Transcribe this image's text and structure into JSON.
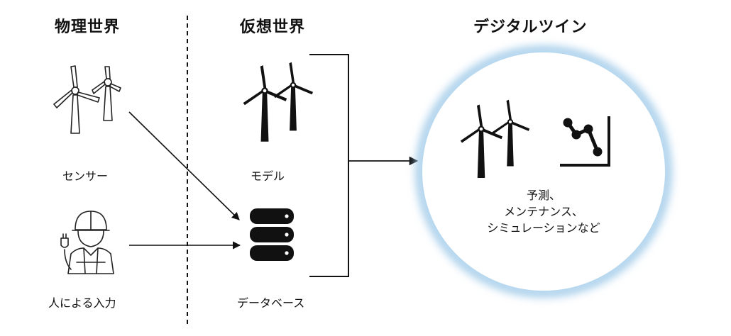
{
  "headers": {
    "physical": "物理世界",
    "virtual": "仮想世界",
    "twin": "デジタルツイン"
  },
  "labels": {
    "sensor": "センサー",
    "human_input": "人による入力",
    "model": "モデル",
    "database": "データベース"
  },
  "twin_caption": {
    "line1": "予測、",
    "line2": "メンテナンス、",
    "line3": "シミュレーションなど"
  },
  "icons": {
    "sensor": "wind-turbine-outline-icon",
    "human": "worker-with-plug-icon",
    "model": "wind-turbine-solid-icon",
    "database": "database-icon",
    "twin_turbine": "wind-turbine-solid-icon",
    "twin_chart": "line-chart-icon"
  },
  "colors": {
    "glow": "#9ec9e8",
    "ink": "#111111"
  }
}
